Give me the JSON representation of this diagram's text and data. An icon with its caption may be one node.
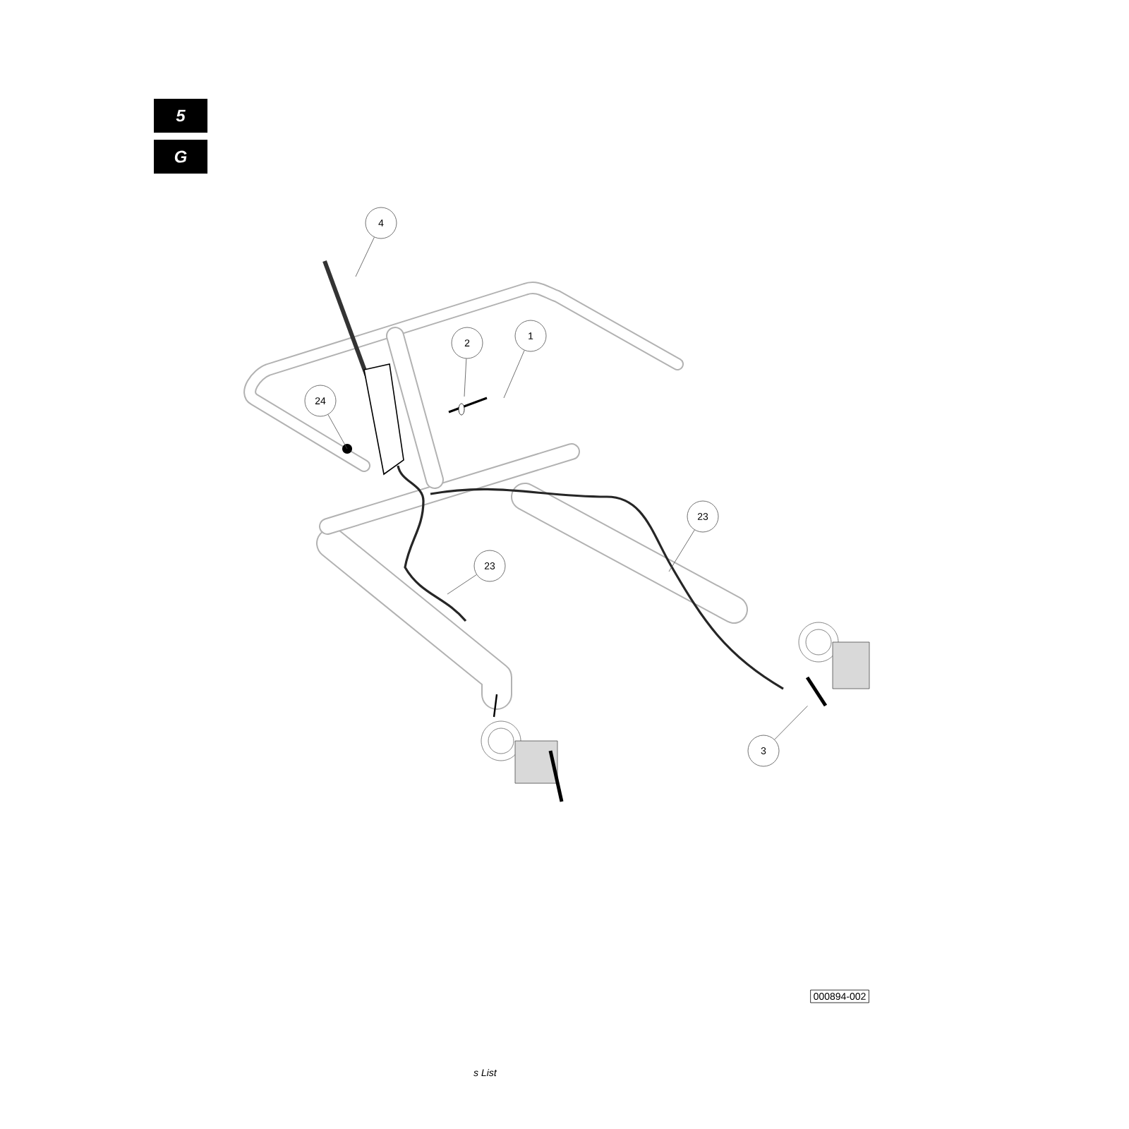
{
  "diagram": {
    "nodes": [
      {
        "text": [
          "5"
        ]
      },
      {
        "text": [
          "G"
        ]
      },
      {
        "text": [
          "4"
        ]
      },
      {
        "text": [
          "2"
        ]
      },
      {
        "text": [
          "1"
        ]
      },
      {
        "text": [
          "24"
        ]
      },
      {
        "text": [
          "23"
        ]
      },
      {
        "text": [
          "23"
        ]
      },
      {
        "text": [
          "3"
        ]
      },
      {
        "text": [
          "000894-002"
        ]
      },
      {
        "text": [],
        "shape": "picture"
      },
      {
        "text": [],
        "shape": "picture"
      }
    ],
    "edges": [
      {
        "from": 2,
        "to": null,
        "arrow": "none"
      },
      {
        "from": 3,
        "to": null,
        "arrow": "none"
      },
      {
        "from": 4,
        "to": null,
        "arrow": "none"
      },
      {
        "from": 5,
        "to": null,
        "arrow": "none"
      },
      {
        "from": 6,
        "to": null,
        "arrow": "none"
      },
      {
        "from": 7,
        "to": null,
        "arrow": "none"
      },
      {
        "from": 8,
        "to": 11,
        "arrow": "none"
      }
    ],
    "labels": [
      "s List"
    ]
  }
}
